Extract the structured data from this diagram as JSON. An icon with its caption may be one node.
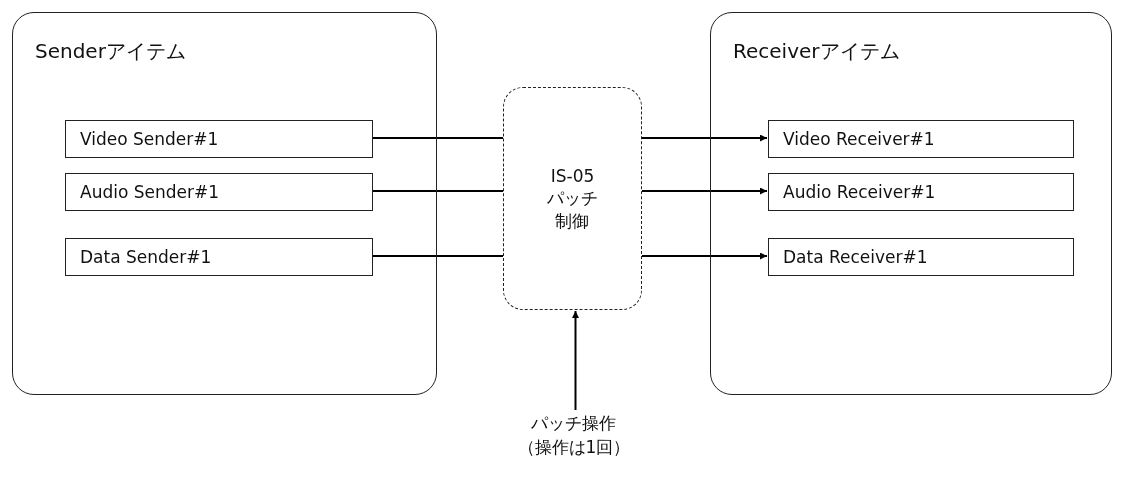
{
  "diagram": {
    "nodes": [
      {
        "text": [
          "Senderアイテム"
        ]
      },
      {
        "text": [
          "Video Sender#1"
        ],
        "in": 0
      },
      {
        "text": [
          "Audio Sender#1"
        ],
        "in": 0
      },
      {
        "text": [
          "Data Sender#1"
        ],
        "in": 0
      },
      {
        "text": [
          "IS-05 パッチ制御"
        ]
      },
      {
        "text": [
          "Receiverアイテム"
        ]
      },
      {
        "text": [
          "Video Receiver#1"
        ],
        "in": 5
      },
      {
        "text": [
          "Audio Receiver#1"
        ],
        "in": 5
      },
      {
        "text": [
          "Data Receiver#1"
        ],
        "in": 5
      },
      {
        "text": [
          "パッチ操作（操作は1回）"
        ]
      }
    ],
    "edges": [
      {
        "from": 1,
        "to": 4,
        "arrow": "none"
      },
      {
        "from": 2,
        "to": 4,
        "arrow": "none"
      },
      {
        "from": 3,
        "to": 4,
        "arrow": "none"
      },
      {
        "from": 4,
        "to": 6,
        "arrow": "to"
      },
      {
        "from": 4,
        "to": 7,
        "arrow": "to"
      },
      {
        "from": 4,
        "to": 8,
        "arrow": "to"
      },
      {
        "from": 9,
        "to": 4,
        "arrow": "to"
      }
    ]
  }
}
